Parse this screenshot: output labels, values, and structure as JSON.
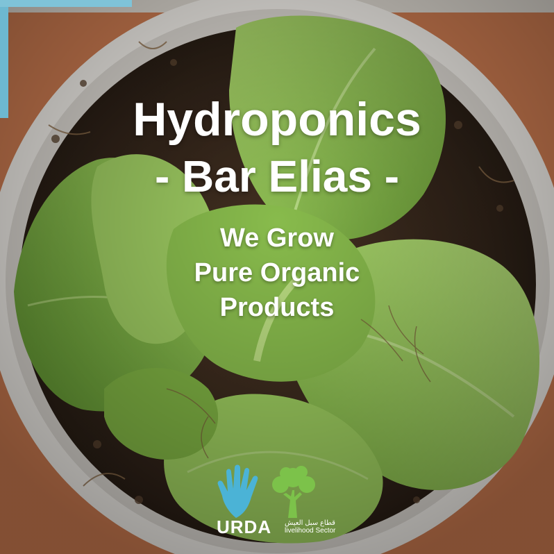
{
  "headline": {
    "line1": "Hydroponics",
    "line2": "- Bar Elias -"
  },
  "tagline": {
    "line1": "We Grow",
    "line2": "Pure Organic",
    "line3": "Products"
  },
  "logo": {
    "brand": "URDA",
    "sector_ar": "قطاع سبل العيش",
    "sector_en": "livelihood Sector",
    "hand_icon": "blue-hand-icon",
    "tree_icon": "green-tree-icon"
  },
  "colors": {
    "leaf": "#8cc04a",
    "leaf_dark": "#5e8f2c",
    "soil": "#3a2a1c",
    "pot": "#e9e6e1",
    "hand": "#4bb3d6",
    "tree": "#7cc24a"
  }
}
